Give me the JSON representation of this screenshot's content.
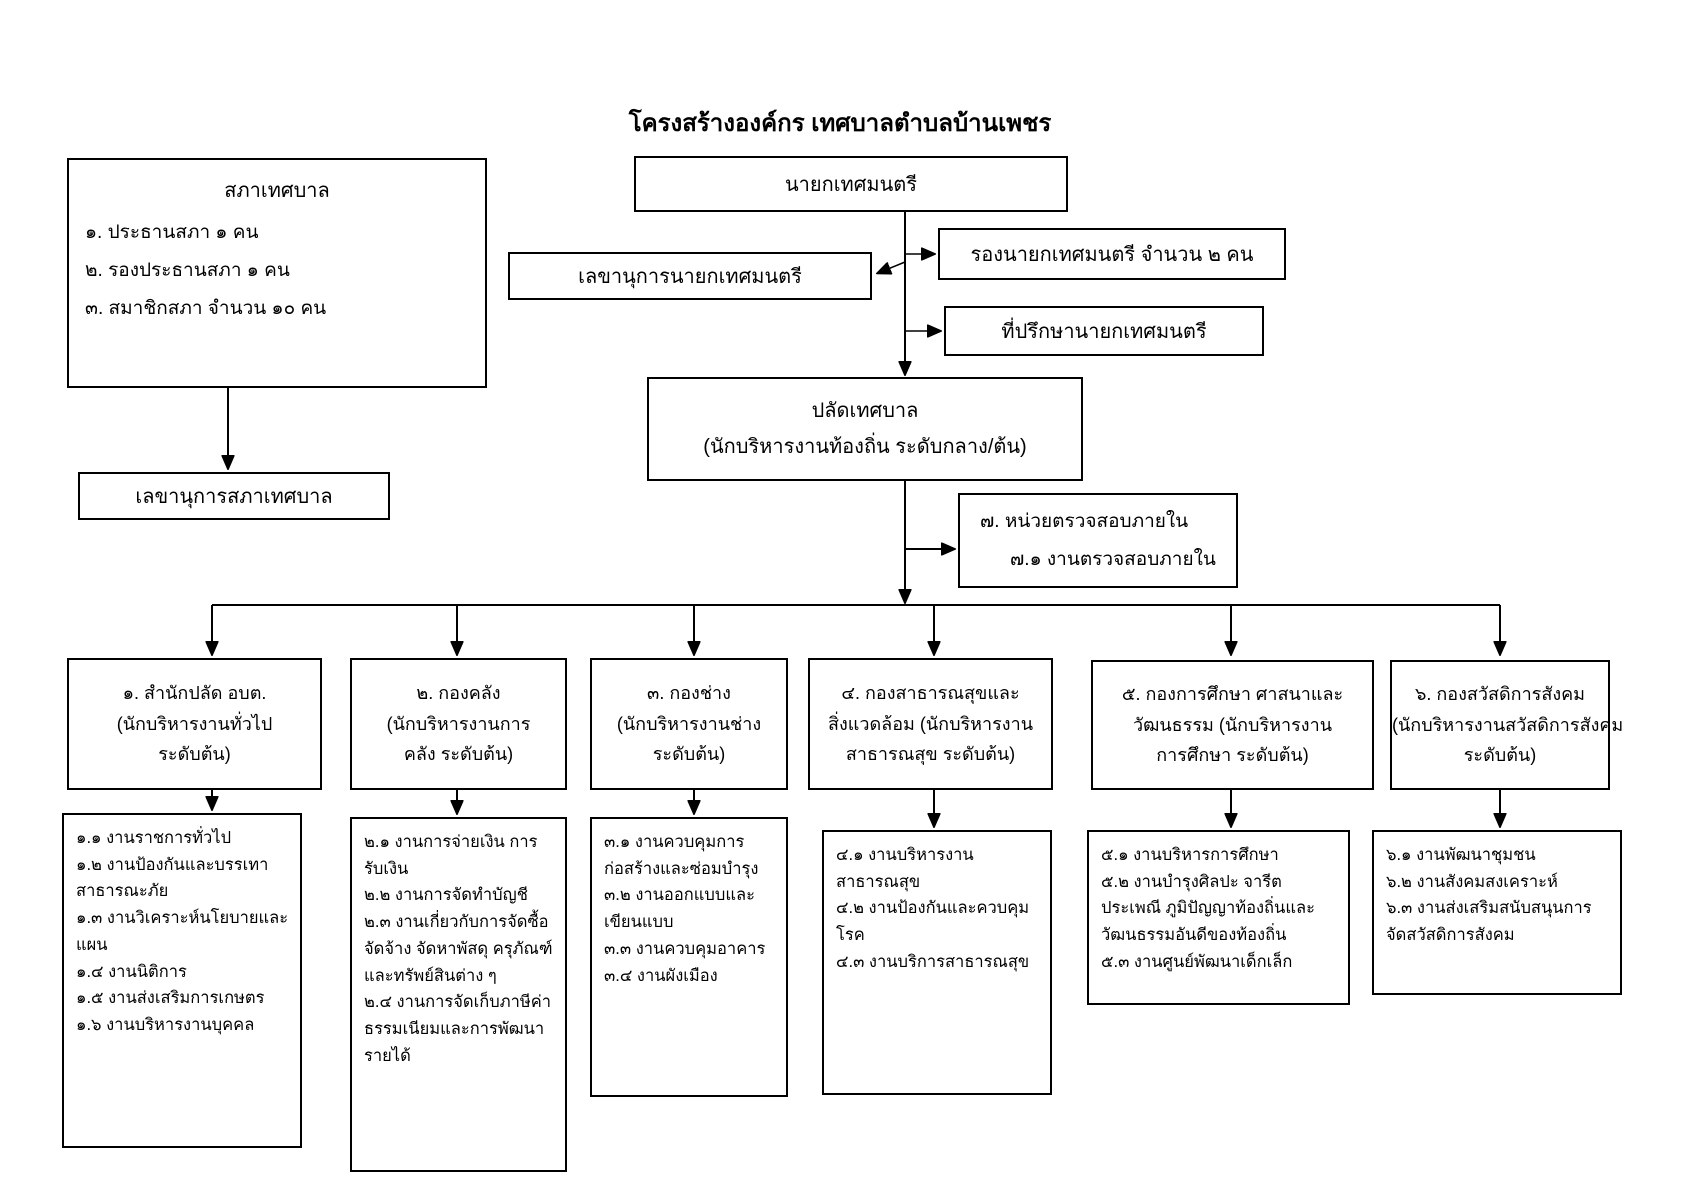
{
  "title": "โครงสร้างองค์กร  เทศบาลตำบลบ้านเพชร",
  "org": {
    "mayor": "นายกเทศมนตรี",
    "council": {
      "title": "สภาเทศบาล",
      "items": [
        "๑. ประธานสภา ๑  คน",
        "๒. รองประธานสภา  ๑  คน",
        "๓. สมาชิกสภา  จำนวน  ๑๐  คน"
      ]
    },
    "mayor_secretary": "เลขานุการนายกเทศมนตรี",
    "deputy_mayor": "รองนายกเทศมนตรี  จำนวน  ๒  คน",
    "advisor": "ที่ปรึกษานายกเทศมนตรี",
    "clerk_lines": [
      "ปลัดเทศบาล",
      "(นักบริหารงานท้องถิ่น  ระดับกลาง/ต้น)"
    ],
    "council_secretary": "เลขานุการสภาเทศบาล",
    "internal_audit_lines": [
      "๗.  หน่วยตรวจสอบภายใน",
      "๗.๑  งานตรวจสอบภายใน"
    ]
  },
  "departments": [
    {
      "header_lines": [
        "๑.  สำนักปลัด อบต.",
        "(นักบริหารงานทั่วไป",
        "ระดับต้น)"
      ],
      "items": [
        "๑.๑  งานราชการทั่วไป",
        "๑.๒  งานป้องกันและบรรเทาสาธารณะภัย",
        "๑.๓  งานวิเคราะห์นโยบายและแผน",
        "๑.๔  งานนิติการ",
        "๑.๕  งานส่งเสริมการเกษตร",
        "๑.๖  งานบริหารงานบุคคล"
      ]
    },
    {
      "header_lines": [
        "๒.  กองคลัง",
        "(นักบริหารงานการ",
        "คลัง  ระดับต้น)"
      ],
      "items": [
        "๒.๑  งานการจ่ายเงิน การรับเงิน",
        "๒.๒  งานการจัดทำบัญชี",
        "๒.๓  งานเกี่ยวกับการจัดซื้อ  จัดจ้าง  จัดหาพัสดุ  ครุภัณฑ์และทรัพย์สินต่าง ๆ",
        "๒.๔  งานการจัดเก็บภาษีค่าธรรมเนียมและการพัฒนารายได้"
      ]
    },
    {
      "header_lines": [
        "๓.  กองช่าง",
        "(นักบริหารงานช่าง",
        "ระดับต้น)"
      ],
      "items": [
        "๓.๑  งานควบคุมการก่อสร้างและซ่อมบำรุง",
        "๓.๒  งานออกแบบและเขียนแบบ",
        "๓.๓  งานควบคุมอาคาร",
        "๓.๔  งานผังเมือง"
      ]
    },
    {
      "header_lines": [
        "๔.  กองสาธารณสุขและ",
        "สิ่งแวดล้อม (นักบริหารงาน",
        "สาธารณสุข  ระดับต้น)"
      ],
      "items": [
        "๔.๑  งานบริหารงานสาธารณสุข",
        "๔.๒  งานป้องกันและควบคุมโรค",
        "๔.๓  งานบริการสาธารณสุข"
      ]
    },
    {
      "header_lines": [
        "๕.  กองการศึกษา  ศาสนาและ",
        "วัฒนธรรม  (นักบริหารงาน",
        "การศึกษา  ระดับต้น)"
      ],
      "items": [
        "๕.๑  งานบริหารการศึกษา",
        "๕.๒  งานบำรุงศิลปะ จารีตประเพณี ภูมิปัญญาท้องถิ่นและวัฒนธรรมอันดีของท้องถิ่น",
        "๕.๓  งานศูนย์พัฒนาเด็กเล็ก"
      ]
    },
    {
      "header_lines": [
        "๖.  กองสวัสดิการสังคม",
        "(นักบริหารงานสวัสดิการสังคม",
        "ระดับต้น)"
      ],
      "items": [
        "๖.๑  งานพัฒนาชุมชน",
        "๖.๒  งานสังคมสงเคราะห์",
        "๖.๓  งานส่งเสริมสนับสนุนการจัดสวัสดิการสังคม"
      ]
    }
  ]
}
